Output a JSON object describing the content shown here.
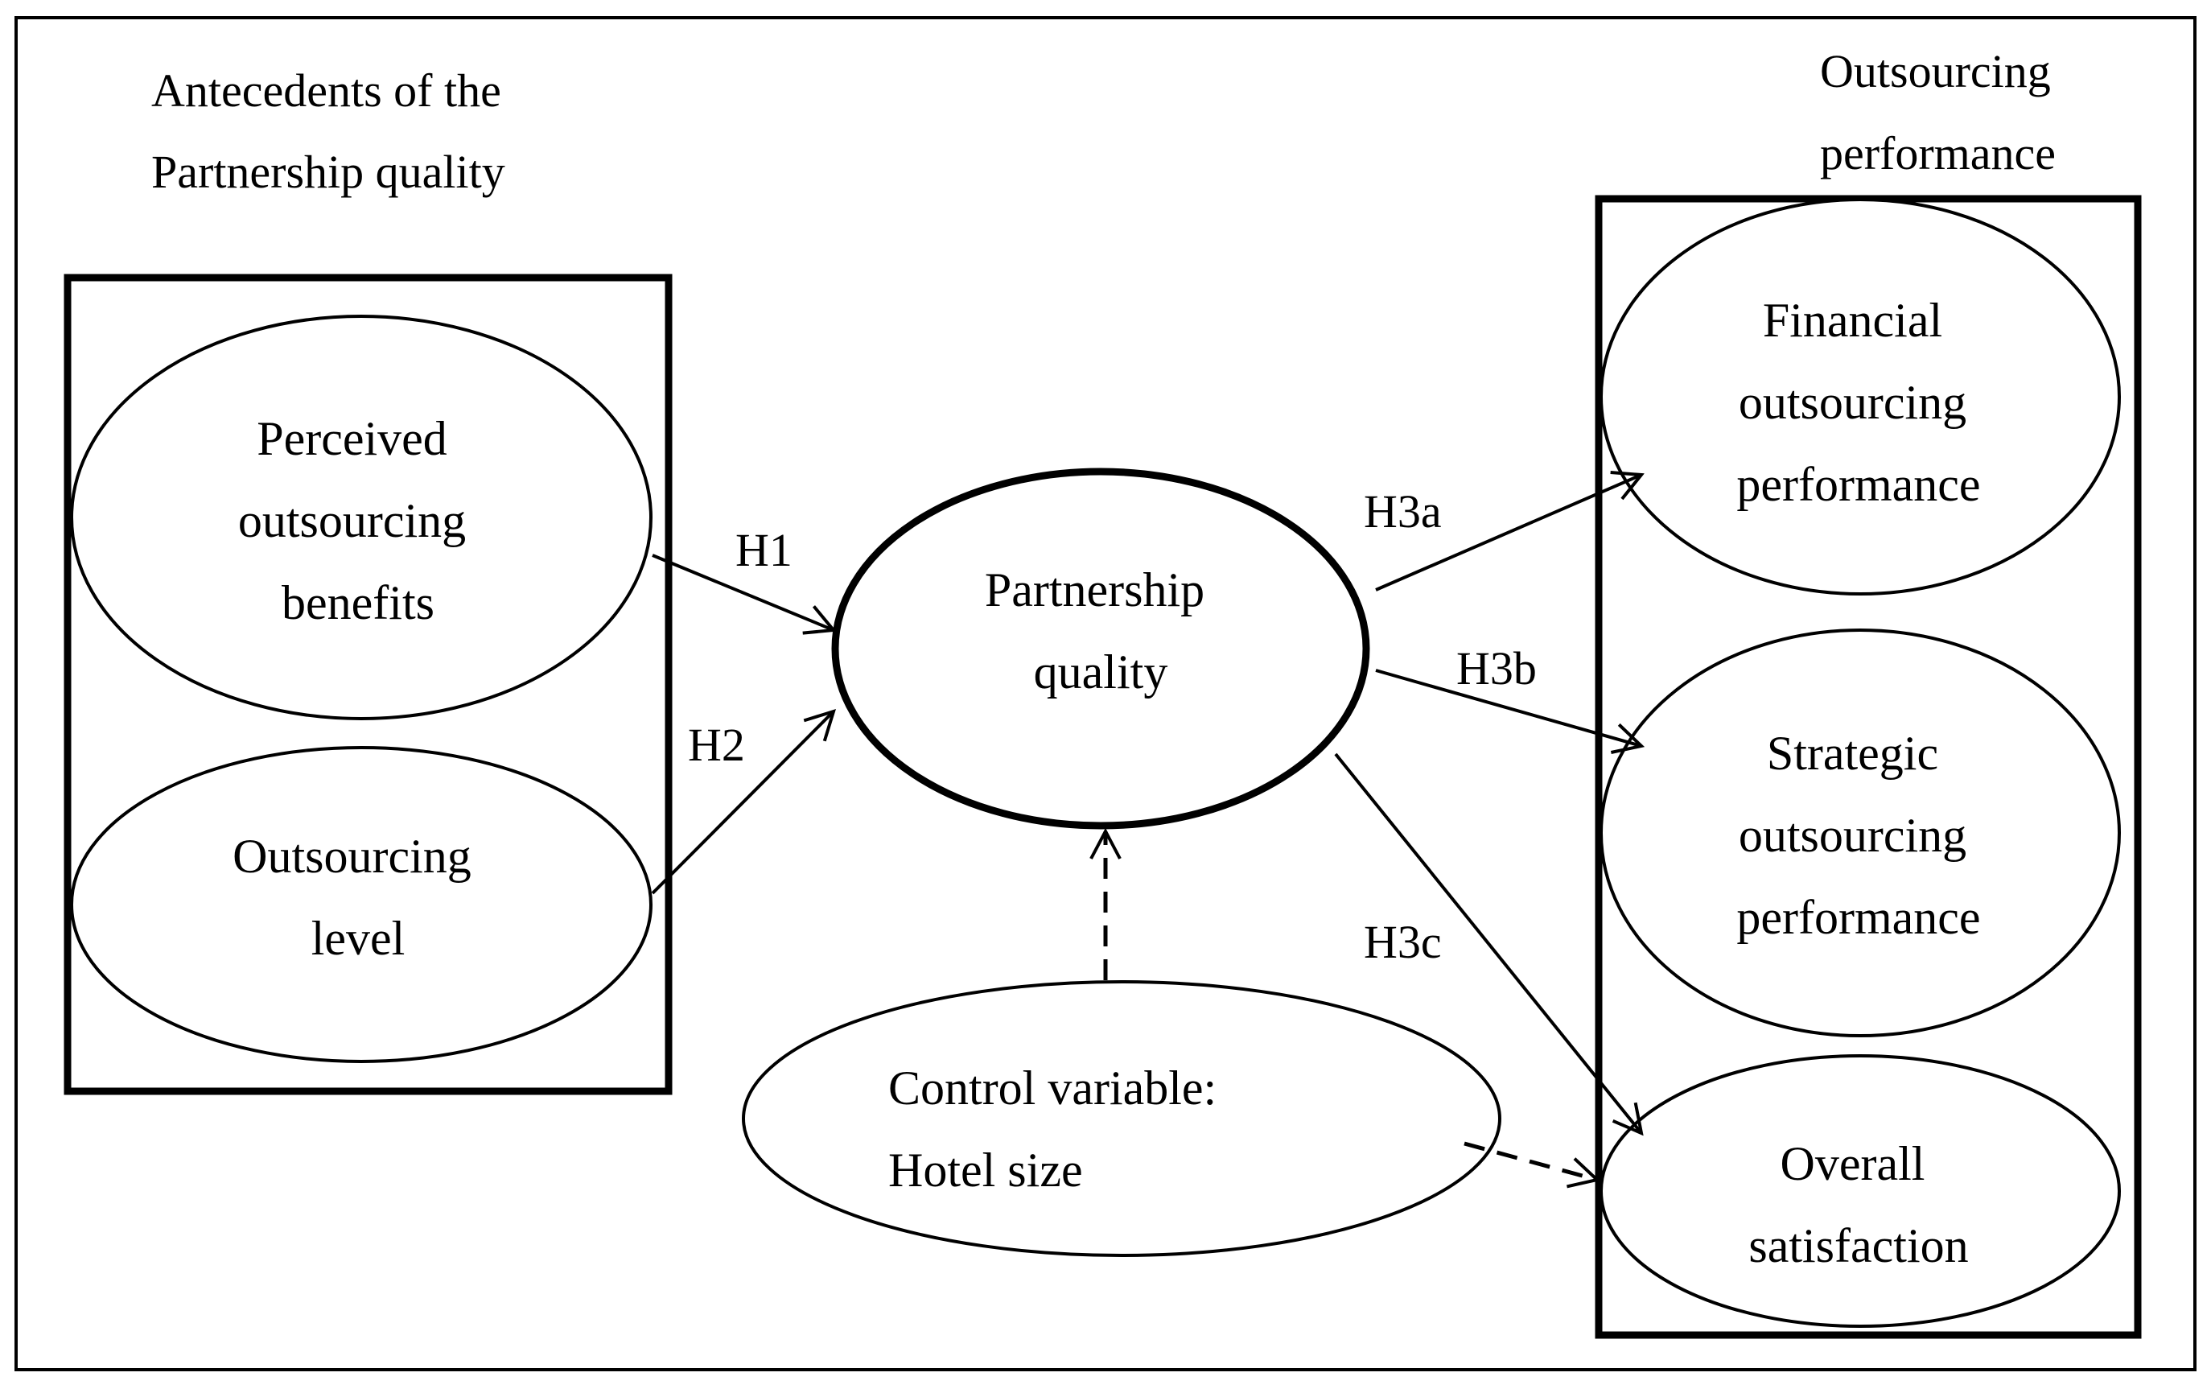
{
  "diagram": {
    "groups": {
      "antecedents_title": [
        "Antecedents of the",
        "Partnership quality"
      ],
      "performance_title": [
        "Outsourcing",
        "performance"
      ]
    },
    "nodes": {
      "perceived_benefits": [
        "Perceived",
        "outsourcing",
        "benefits"
      ],
      "outsourcing_level": [
        "Outsourcing",
        "level"
      ],
      "partnership_quality": [
        "Partnership",
        "quality"
      ],
      "control_variable": [
        "Control variable:",
        "Hotel size"
      ],
      "financial_performance": [
        "Financial",
        "outsourcing",
        "performance"
      ],
      "strategic_performance": [
        "Strategic",
        "outsourcing",
        "performance"
      ],
      "overall_satisfaction": [
        "Overall",
        "satisfaction"
      ]
    },
    "edges": {
      "h1": "H1",
      "h2": "H2",
      "h3a": "H3a",
      "h3b": "H3b",
      "h3c": "H3c"
    }
  }
}
